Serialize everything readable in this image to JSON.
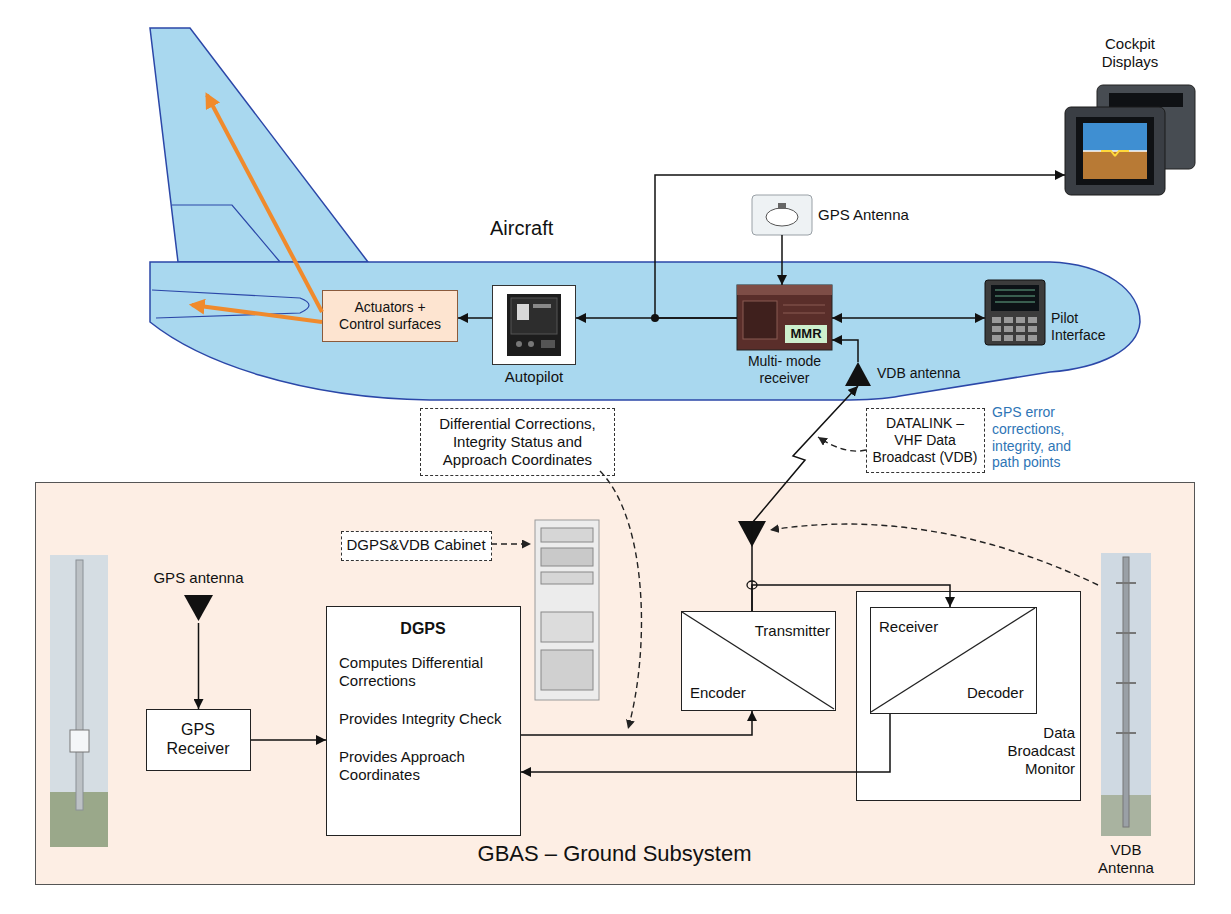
{
  "diagram": {
    "nodes": [
      {
        "text": [
          "Aircraft"
        ]
      },
      {
        "text": [
          "Cockpit Displays"
        ]
      },
      {
        "text": [
          "GPS Antenna"
        ]
      },
      {
        "text": [
          "Actuators + Control surfaces"
        ],
        "in": 0
      },
      {
        "text": [
          "Autopilot"
        ],
        "in": 0
      },
      {
        "text": [
          "MMR",
          "Multi- mode receiver"
        ],
        "in": 0
      },
      {
        "text": [
          "Pilot Interface"
        ],
        "in": 0
      },
      {
        "text": [
          "VDB antenna"
        ]
      },
      {
        "text": [
          "Differential Corrections, Integrity Status and Approach Coordinates"
        ]
      },
      {
        "text": [
          "DATALINK – VHF Data Broadcast (VDB)"
        ]
      },
      {
        "text": [
          "GBAS – Ground Subsystem"
        ]
      },
      {
        "text": [
          "GPS antenna"
        ],
        "in": 10
      },
      {
        "text": [
          "DGPS&VDB Cabinet"
        ],
        "in": 10
      },
      {
        "text": [
          "GPS Receiver"
        ],
        "in": 10
      },
      {
        "text": [
          "DGPS",
          "Computes Differential Corrections",
          "Provides Integrity Check",
          "Provides Approach Coordinates"
        ],
        "in": 10
      },
      {
        "text": [
          "Transmitter",
          "Encoder"
        ],
        "in": 10
      },
      {
        "text": [
          "Data Broadcast Monitor"
        ],
        "in": 10
      },
      {
        "text": [
          "Receiver",
          "Decoder"
        ],
        "in": 16
      },
      {
        "text": [
          "VDB Antenna"
        ],
        "in": 10
      }
    ],
    "edges": [
      {
        "from": 2,
        "to": 5,
        "arrow": "to"
      },
      {
        "from": 5,
        "to": 6,
        "arrow": "both"
      },
      {
        "from": 5,
        "to": 4,
        "arrow": "to"
      },
      {
        "from": 4,
        "to": 3,
        "arrow": "to"
      },
      {
        "from": 5,
        "to": 1,
        "arrow": "to"
      },
      {
        "from": 7,
        "to": 5,
        "arrow": "to"
      },
      {
        "from": 15,
        "to": 7,
        "arrow": "to"
      },
      {
        "from": 11,
        "to": 13,
        "arrow": "to"
      },
      {
        "from": 13,
        "to": 14,
        "arrow": "to"
      },
      {
        "from": 14,
        "to": 15,
        "arrow": "to"
      },
      {
        "from": 15,
        "to": 17,
        "arrow": "to"
      },
      {
        "from": 17,
        "to": 14,
        "arrow": "to"
      }
    ],
    "labels": [
      "GPS error corrections, integrity, and path points"
    ]
  }
}
